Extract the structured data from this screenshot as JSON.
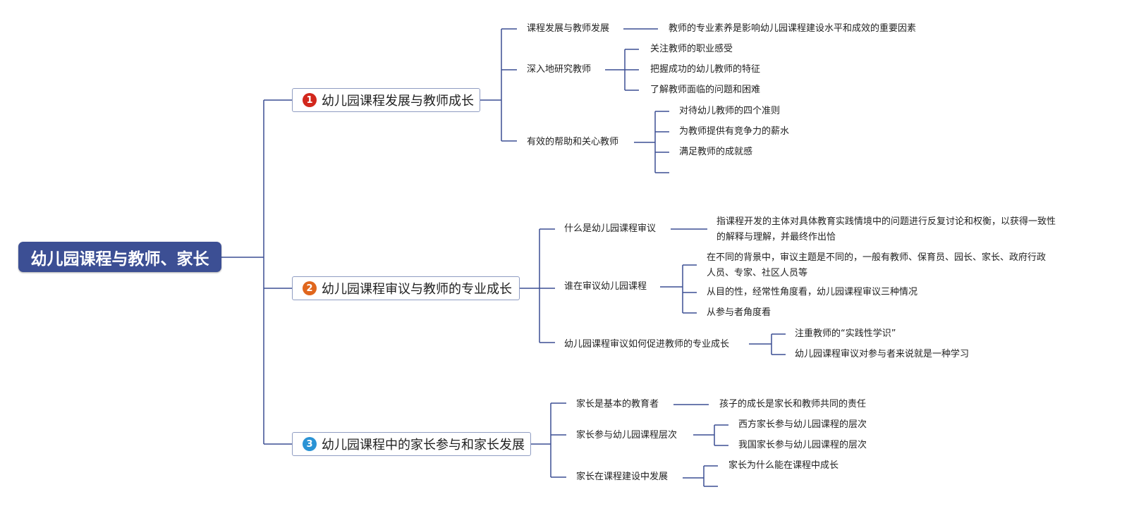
{
  "root": "幼儿园课程与教师、家长",
  "branches": [
    {
      "badge": "1",
      "badge_color": "#d2271c",
      "title": "幼儿园课程发展与教师成长",
      "children": [
        {
          "label": "课程发展与教师发展",
          "details": [
            "教师的专业素养是影响幼儿园课程建设水平和成效的重要因素"
          ]
        },
        {
          "label": "深入地研究教师",
          "details": [
            "关注教师的职业感受",
            "把握成功的幼儿教师的特征",
            "了解教师面临的问题和困难"
          ]
        },
        {
          "label": "有效的帮助和关心教师",
          "details": [
            "对待幼儿教师的四个准则",
            "为教师提供有竞争力的薪水",
            "满足教师的成就感",
            ""
          ]
        }
      ]
    },
    {
      "badge": "2",
      "badge_color": "#e0661d",
      "title": "幼儿园课程审议与教师的专业成长",
      "children": [
        {
          "label": "什么是幼儿园课程审议",
          "details": [
            "指课程开发的主体对具体教育实践情境中的问题进行反复讨论和权衡，以获得一致性的解释与理解，并最终作出恰"
          ]
        },
        {
          "label": "谁在审议幼儿园课程",
          "details": [
            "在不同的背景中，审议主题是不同的，一般有教师、保育员、园长、家长、政府行政人员、专家、社区人员等",
            "从目的性，经常性角度看，幼儿园课程审议三种情况",
            "从参与者角度看"
          ]
        },
        {
          "label": "幼儿园课程审议如何促进教师的专业成长",
          "details": [
            "注重教师的“实践性学识”",
            "幼儿园课程审议对参与者来说就是一种学习"
          ]
        }
      ]
    },
    {
      "badge": "3",
      "badge_color": "#2a93d5",
      "title": "幼儿园课程中的家长参与和家长发展",
      "children": [
        {
          "label": "家长是基本的教育者",
          "details": [
            "孩子的成长是家长和教师共同的责任"
          ]
        },
        {
          "label": "家长参与幼儿园课程层次",
          "details": [
            "西方家长参与幼儿园课程的层次",
            "我国家长参与幼儿园课程的层次"
          ]
        },
        {
          "label": "家长在课程建设中发展",
          "details": [
            "家长为什么能在课程中成长",
            ""
          ]
        }
      ]
    }
  ]
}
